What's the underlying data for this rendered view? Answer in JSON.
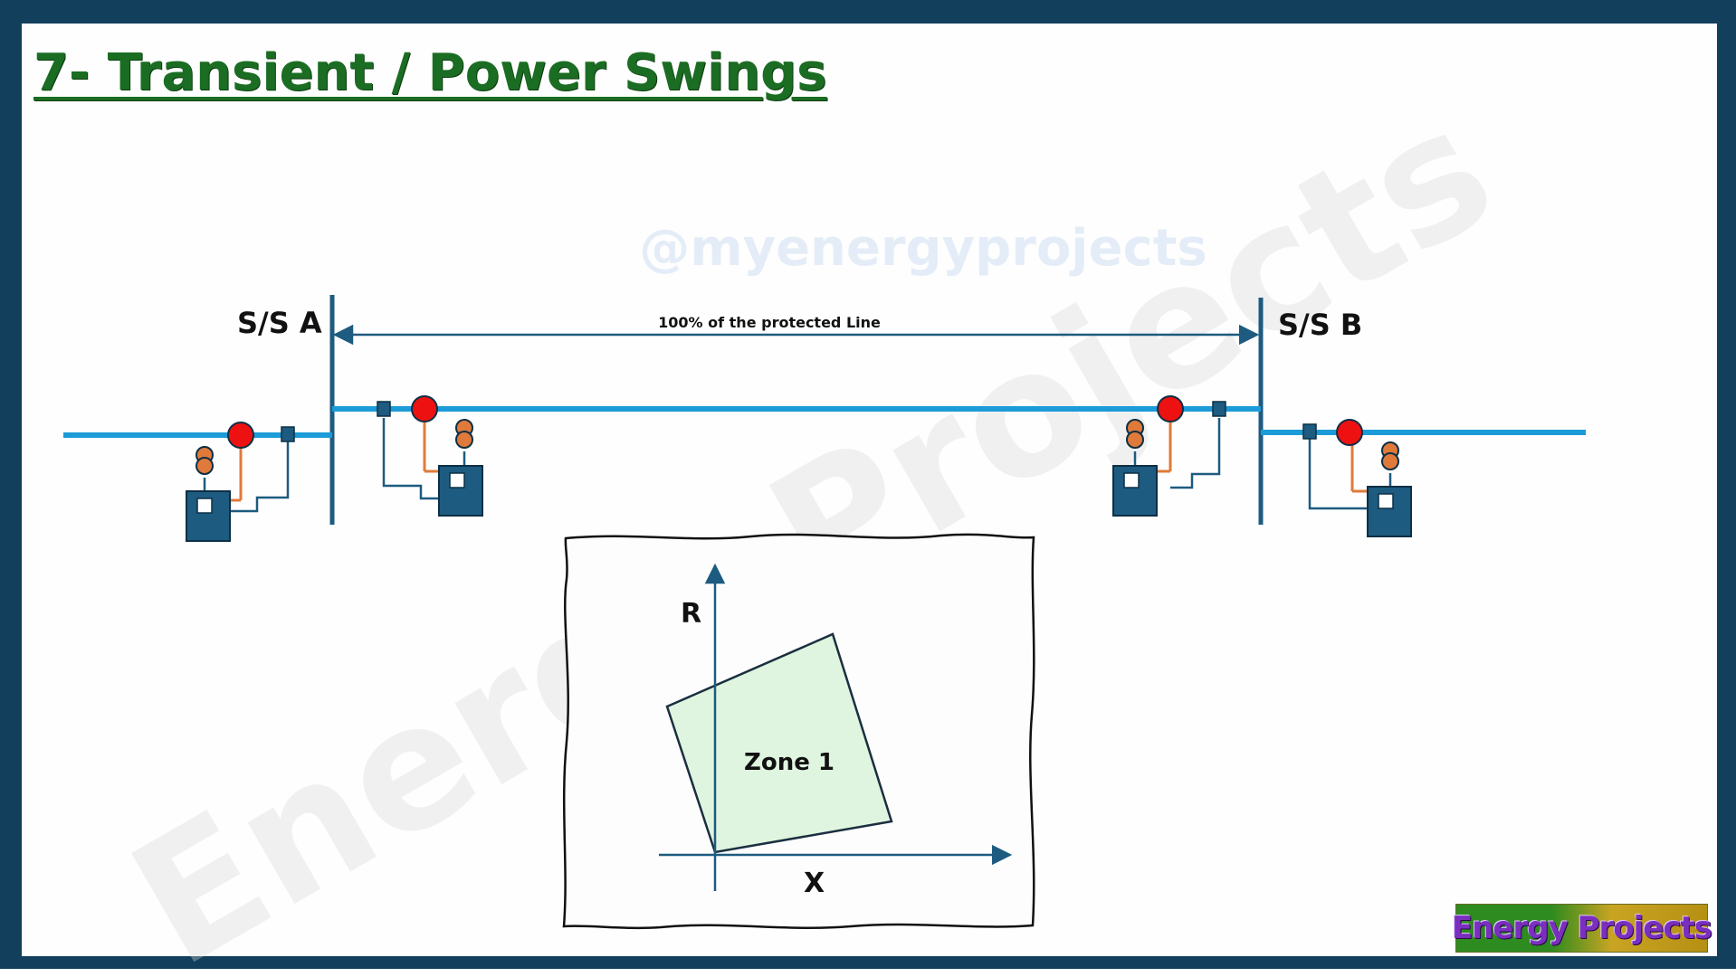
{
  "slide": {
    "title": "7- Transient / Power Swings"
  },
  "line": {
    "substation_a": "S/S A",
    "substation_b": "S/S B",
    "span_label": "100% of the protected Line"
  },
  "rx_diagram": {
    "r_axis_label": "R",
    "x_axis_label": "X",
    "zone_label": "Zone 1"
  },
  "watermarks": {
    "handle": "@myenergyprojects",
    "brand": "Energy Projects"
  },
  "logo": {
    "text": "Energy Projects"
  },
  "colors": {
    "frame": "#123f5c",
    "line": "#1b9bd7",
    "title": "#1a6d22",
    "relay": "#1d5b80",
    "breaker": "#ee1111",
    "ct": "#e07a3a",
    "zone_fill": "#dff5df"
  }
}
